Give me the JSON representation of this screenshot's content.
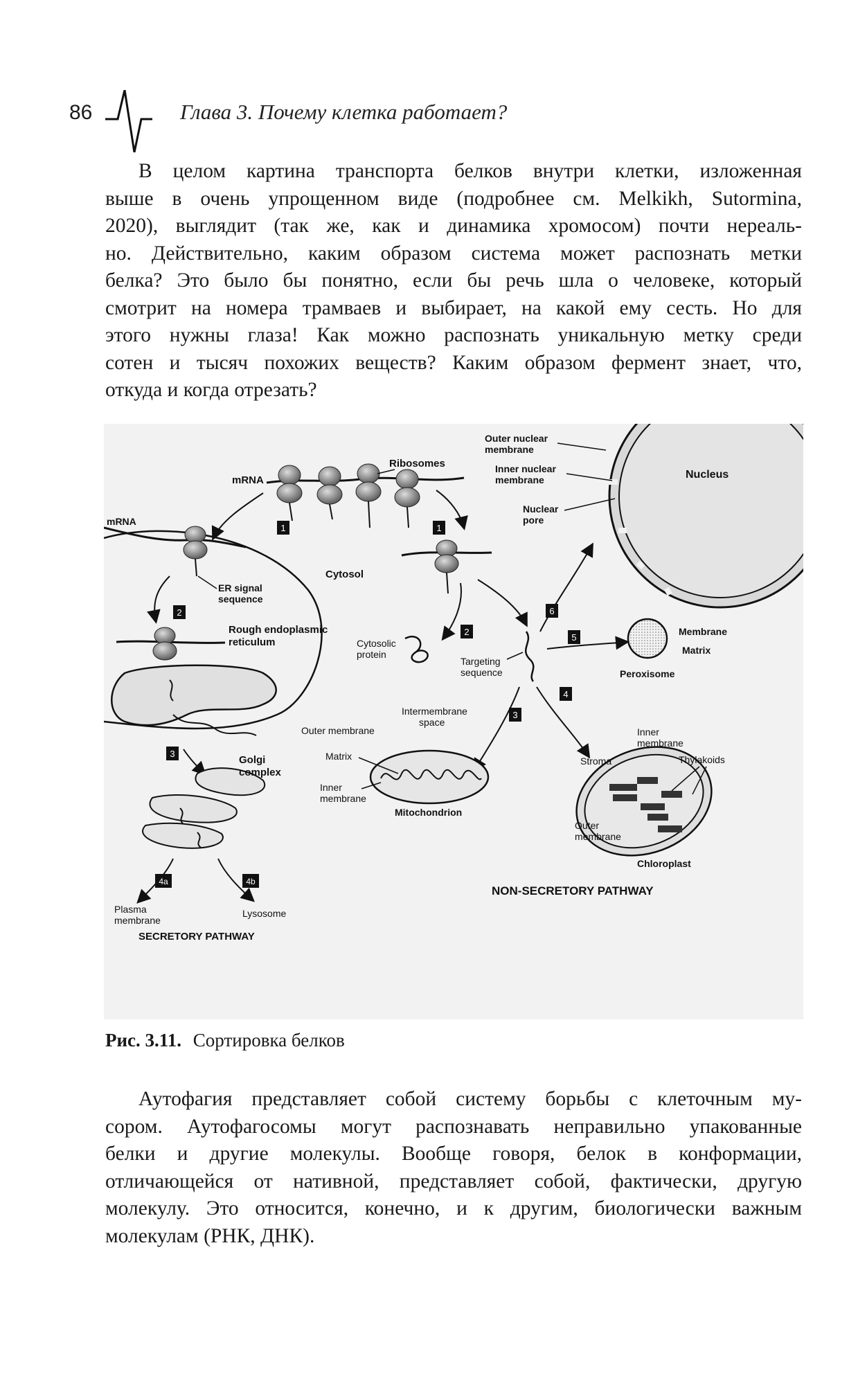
{
  "header": {
    "page_number": "86",
    "running_head": "Глава 3. Почему клетка работает?",
    "logo_icon": "pulse-waveform-icon"
  },
  "paragraph1": {
    "lines": [
      "В целом картина транспорта белков внутри клетки, изложенная",
      "выше в очень упрощенном виде (подробнее см. Melkikh, Sutormina,",
      "2020), выглядит (так же, как и динамика хромосом) почти нереаль-",
      "но. Действительно, каким образом система может распознать метки",
      "белка? Это было бы понятно, если бы речь шла о человеке, который",
      "смотрит на номера трамваев и выбирает, на какой ему сесть. Но для",
      "этого нужны глаза! Как можно распознать уникальную метку среди",
      "сотен и тысяч похожих веществ? Каким образом фермент знает, что,",
      "откуда и когда отрезать?"
    ]
  },
  "figure": {
    "labels": {
      "outer_nuclear_membrane_1": "Outer nuclear",
      "outer_nuclear_membrane_2": "membrane",
      "inner_nuclear_membrane_1": "Inner nuclear",
      "inner_nuclear_membrane_2": "membrane",
      "nuclear_pore_1": "Nuclear",
      "nuclear_pore_2": "pore",
      "nucleus": "Nucleus",
      "ribosomes": "Ribosomes",
      "mrna_top": "mRNA",
      "mrna_left": "mRNA",
      "cytosol": "Cytosol",
      "er_signal_1": "ER signal",
      "er_signal_2": "sequence",
      "rough_er_1": "Rough endoplasmic",
      "rough_er_2": "reticulum",
      "golgi_1": "Golgi",
      "golgi_2": "complex",
      "plasma_membrane_1": "Plasma",
      "plasma_membrane_2": "membrane",
      "lysosome": "Lysosome",
      "secretory_pathway": "SECRETORY PATHWAY",
      "cytosolic_protein_1": "Cytosolic",
      "cytosolic_protein_2": "protein",
      "targeting_1": "Targeting",
      "targeting_2": "sequence",
      "intermembrane_1": "Intermembrane",
      "intermembrane_2": "space",
      "outer_membrane_mito": "Outer membrane",
      "matrix_mito": "Matrix",
      "inner_membrane_mito_1": "Inner",
      "inner_membrane_mito_2": "membrane",
      "mitochondrion": "Mitochondrion",
      "membrane_perox": "Membrane",
      "matrix_perox": "Matrix",
      "peroxisome": "Peroxisome",
      "inner_membrane_chloro_1": "Inner",
      "inner_membrane_chloro_2": "membrane",
      "stroma": "Stroma",
      "thylakoids": "Thylakoids",
      "outer_membrane_chloro_1": "Outer",
      "outer_membrane_chloro_2": "membrane",
      "chloroplast": "Chloroplast",
      "non_secretory_pathway": "NON-SECRETORY PATHWAY"
    },
    "steps": {
      "s1_left": "1",
      "s1_right": "1",
      "s2_left": "2",
      "s2_right": "2",
      "s3_left": "3",
      "s3_right": "3",
      "s4": "4",
      "s4a": "4a",
      "s4b": "4b",
      "s5": "5",
      "s6": "6"
    }
  },
  "caption": {
    "number": "Рис. 3.11.",
    "text": "Сортировка белков"
  },
  "paragraph2": {
    "lines": [
      "Аутофагия представляет собой систему борьбы с клеточным му-",
      "сором. Аутофагосомы могут распознавать неправильно упакованные",
      "белки и другие молекулы. Вообще говоря, белок в конформации,",
      "отличающейся от нативной, представляет собой, фактически, другую",
      "молекулу. Это относится, конечно, и к другим, биологически важным",
      "молекулам (РНК, ДНК)."
    ]
  }
}
